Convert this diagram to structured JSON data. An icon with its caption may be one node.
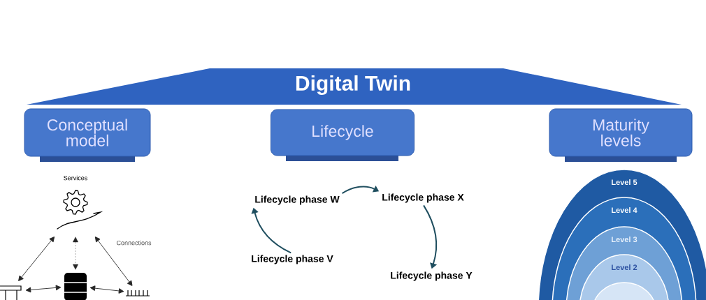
{
  "diagram": {
    "nodes": [
      {
        "text": [
          "Digital Twin"
        ]
      },
      {
        "text": [
          "Conceptual model"
        ]
      },
      {
        "text": [
          "Lifecycle"
        ]
      },
      {
        "text": [
          "Maturity levels"
        ]
      },
      {
        "text": [],
        "shape": "picture",
        "beside": [
          "Services"
        ]
      },
      {
        "text": [],
        "shape": "picture"
      },
      {
        "text": [],
        "shape": "picture"
      },
      {
        "text": [],
        "shape": "picture"
      },
      {
        "text": [
          "Lifecycle phase V"
        ]
      },
      {
        "text": [
          "Lifecycle phase W"
        ]
      },
      {
        "text": [
          "Lifecycle phase X"
        ]
      },
      {
        "text": [
          "Lifecycle phase Y"
        ]
      },
      {
        "text": [
          "Level 5"
        ]
      },
      {
        "text": [
          "Level 4"
        ],
        "in": 12
      },
      {
        "text": [
          "Level 3"
        ],
        "in": 13
      },
      {
        "text": [
          "Level 2"
        ],
        "in": 14
      },
      {
        "text": [],
        "shape": "circle",
        "in": 15
      }
    ],
    "edges": [
      {
        "from": 4,
        "to": 6,
        "arrow": "both"
      },
      {
        "from": 4,
        "to": 5,
        "arrow": "both",
        "style": "dashed"
      },
      {
        "from": 4,
        "to": 7,
        "arrow": "both"
      },
      {
        "from": 5,
        "to": 6,
        "arrow": "both"
      },
      {
        "from": 5,
        "to": 7,
        "arrow": "both"
      },
      {
        "from": 8,
        "to": 9,
        "arrow": "to",
        "color": "#1f4e5f"
      },
      {
        "from": 9,
        "to": 10,
        "arrow": "to",
        "color": "#1f4e5f"
      },
      {
        "from": 10,
        "to": 11,
        "arrow": "to",
        "color": "#1f4e5f"
      }
    ],
    "labels": [
      "Connections"
    ]
  }
}
